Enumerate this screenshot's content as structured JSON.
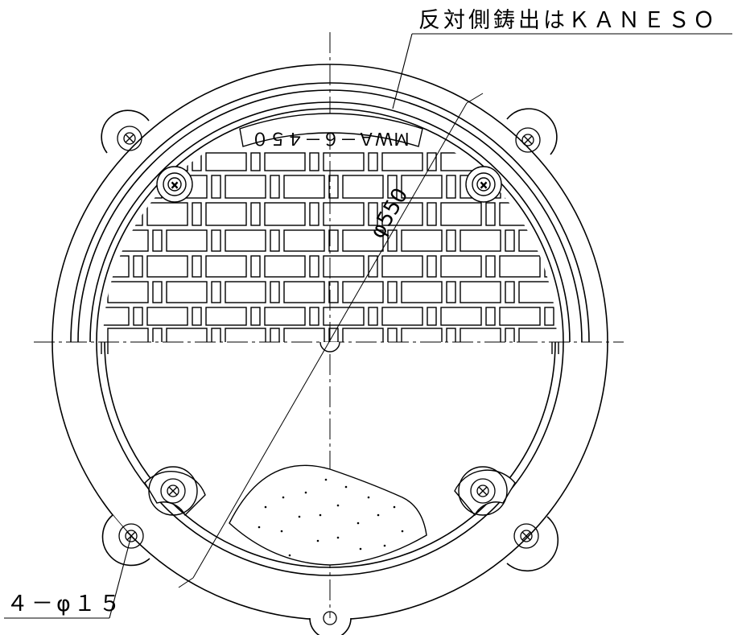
{
  "annotations": {
    "reverse_side_note": "反対側鋳出はＫＡＮＥＳＯ",
    "lid_marking": "ＭＷＡ－６－４５０",
    "diameter_label": "φ550",
    "hole_callout": "４－φ１５"
  },
  "colors": {
    "line": "#000000",
    "background": "#ffffff"
  },
  "icons": {
    "bolt_hole": "circle-cross-icon",
    "anchor_hole": "circle-cross-icon"
  }
}
